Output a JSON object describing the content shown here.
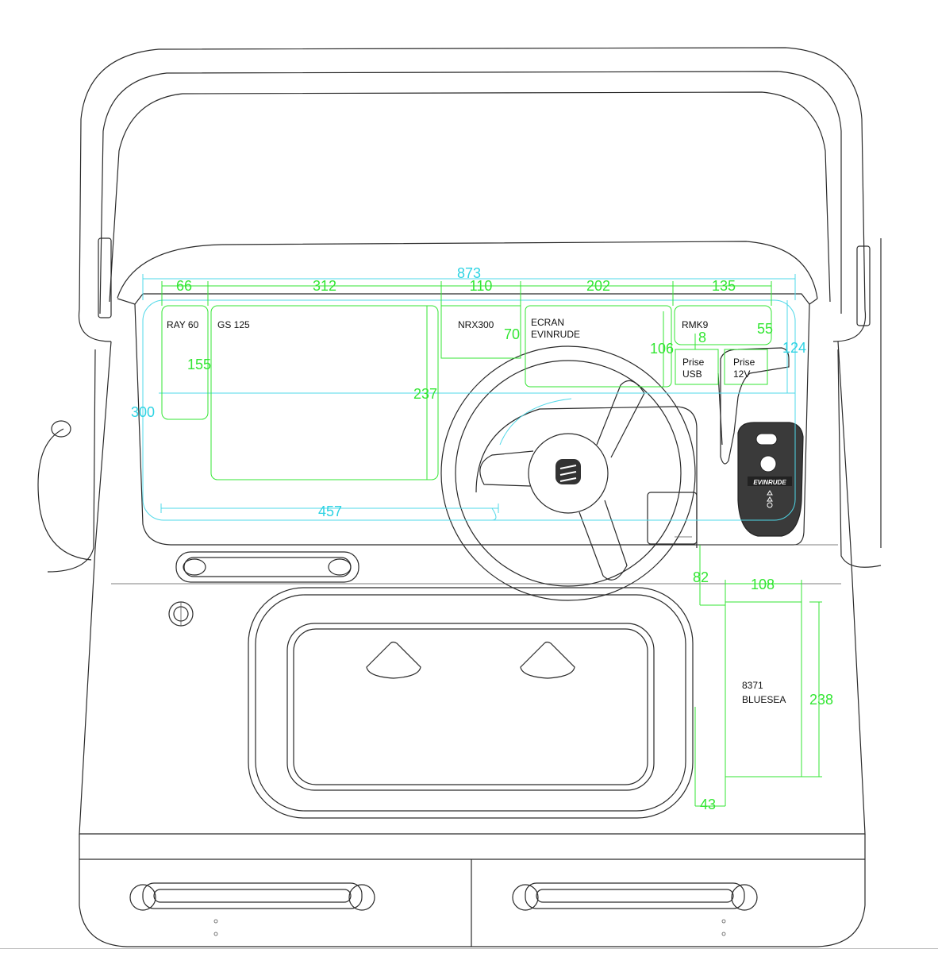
{
  "labels": {
    "ray60": "RAY 60",
    "gs125": "GS 125",
    "nrx300": "NRX300",
    "ecran_line1": "ECRAN",
    "ecran_line2": "EVINRUDE",
    "rmk9": "RMK9",
    "prise_usb_line1": "Prise",
    "prise_usb_line2": "USB",
    "prise_12v_line1": "Prise",
    "prise_12v_line2": "12V",
    "bluesea_line1": "8371",
    "bluesea_line2": "BLUESEA",
    "throttle_brand": "EVINRUDE"
  },
  "dimensions": {
    "total_width": "873",
    "ray60_width": "66",
    "gs125_width": "312",
    "nrx300_width": "110",
    "ecran_width": "202",
    "rmk9_width": "135",
    "rmk9_height": "55",
    "prise_gap": "8",
    "ecran_height": "106",
    "right_height": "124",
    "nrx300_height": "70",
    "ray60_height": "155",
    "gs125_height": "237",
    "dash_height": "300",
    "lower_width": "457",
    "bluesea_offset_top": "82",
    "bluesea_width": "108",
    "bluesea_height": "238",
    "bluesea_offset_left": "43"
  },
  "colors": {
    "outline": "#2a2a2a",
    "overall_dimension": "#2ed3e3",
    "component_dimension": "#33e633"
  }
}
